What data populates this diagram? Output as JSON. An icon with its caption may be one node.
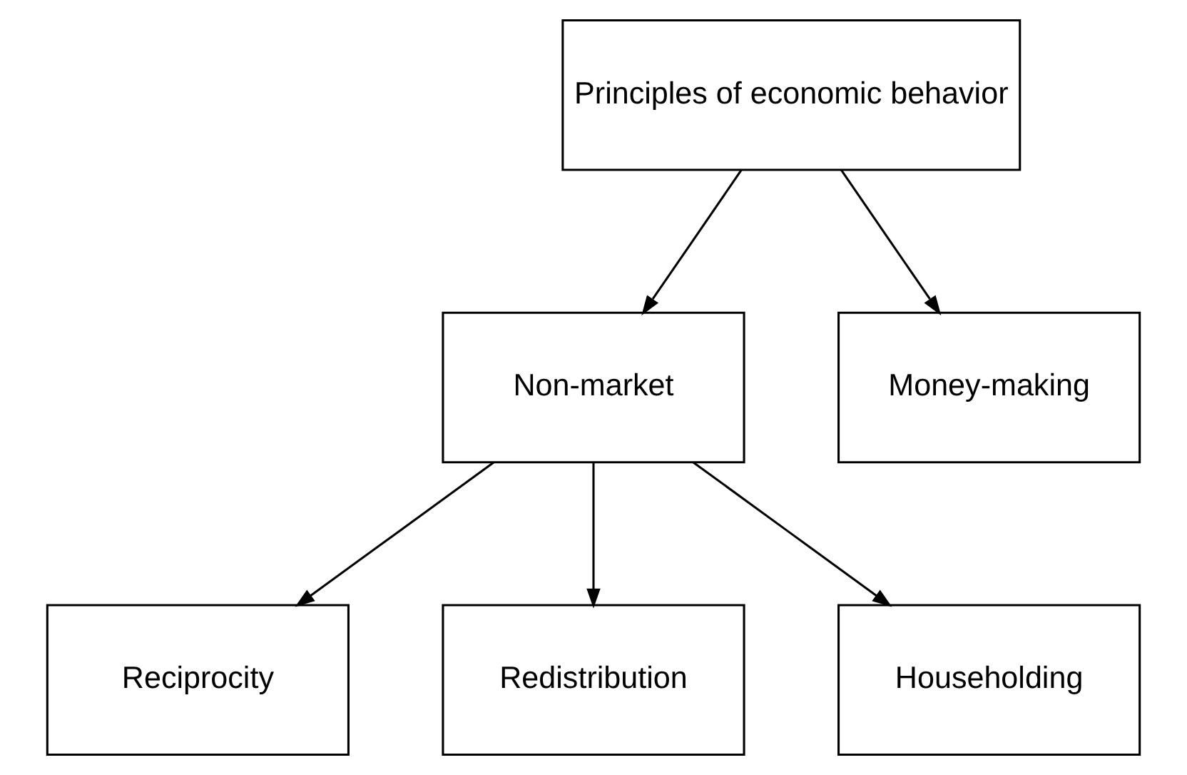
{
  "diagram": {
    "nodes": [
      {
        "text": [
          "Principles of economic behavior"
        ]
      },
      {
        "text": [
          "Non-market"
        ]
      },
      {
        "text": [
          "Money-making"
        ]
      },
      {
        "text": [
          "Reciprocity"
        ]
      },
      {
        "text": [
          "Redistribution"
        ]
      },
      {
        "text": [
          "Householding"
        ]
      }
    ],
    "edges": [
      {
        "from": 0,
        "to": 1,
        "arrow": "to"
      },
      {
        "from": 0,
        "to": 2,
        "arrow": "to"
      },
      {
        "from": 1,
        "to": 3,
        "arrow": "to"
      },
      {
        "from": 1,
        "to": 4,
        "arrow": "to"
      },
      {
        "from": 1,
        "to": 5,
        "arrow": "to"
      }
    ]
  }
}
